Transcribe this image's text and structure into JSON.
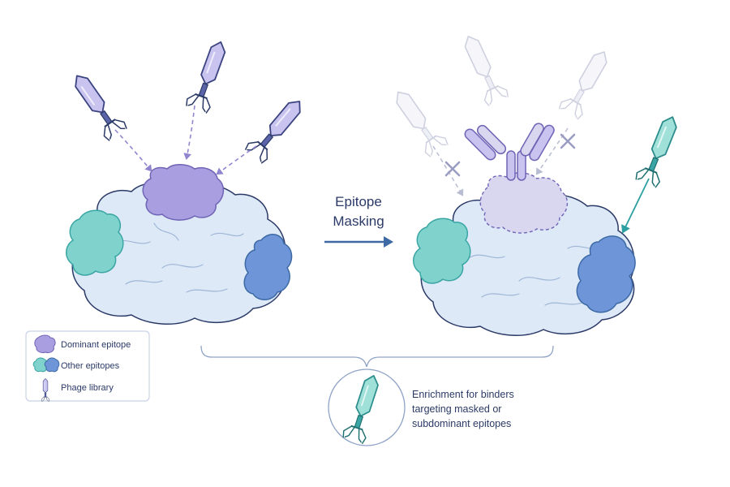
{
  "center_arrow": {
    "line1": "Epitope",
    "line2": "Masking"
  },
  "legend": {
    "dominant_label": "Dominant epitope",
    "other_label": "Other epitopes",
    "phage_label": "Phage library"
  },
  "result": {
    "line1": "Enrichment for binders",
    "line2": "targeting masked or",
    "line3": "subdominant epitopes"
  },
  "colors": {
    "dominant_purple": "#a99ee0",
    "teal_epitope": "#7fd3cc",
    "blue_epitope": "#6f95d9",
    "antigen_fill": "#dde9f7",
    "outline_navy": "#2b3a67",
    "arrow_blue": "#3d6aa5",
    "teal_arrow": "#2c9fa0"
  }
}
